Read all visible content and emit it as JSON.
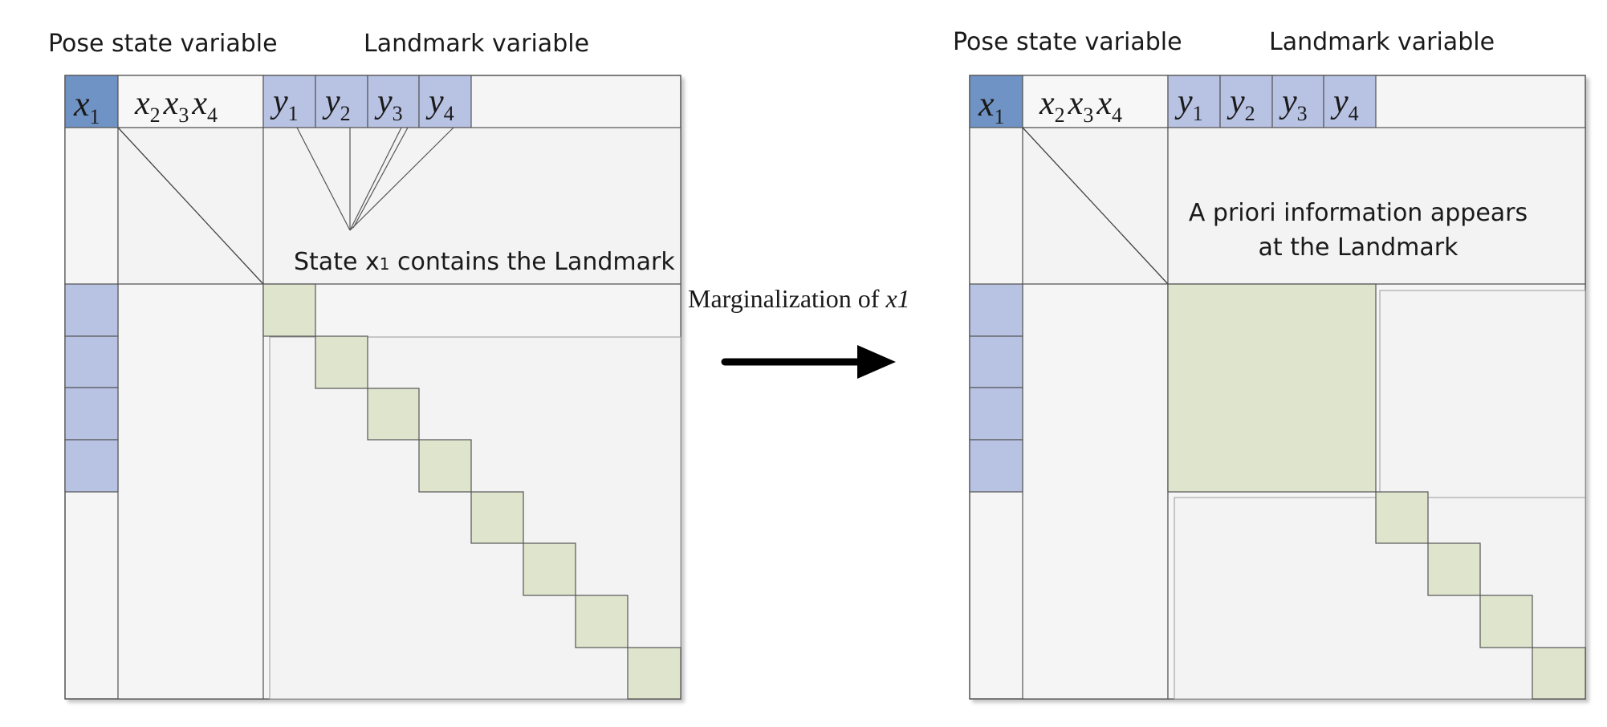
{
  "colors": {
    "x1_cell": "#6f93c4",
    "blue_cell": "#b8c2e3",
    "green_cell": "#dfe5cd",
    "panel": "#f5f5f5",
    "header": "#f7f7f7",
    "border": "#555555",
    "arrow": "#000000"
  },
  "left": {
    "pose_label": "Pose state variable",
    "landmark_label": "Landmark variable",
    "note_prefix": "State ",
    "note_var": "x",
    "note_sub": "1",
    "note_suffix": " contains the Landmark"
  },
  "right": {
    "pose_label": "Pose state variable",
    "landmark_label": "Landmark variable",
    "note_line1": "A priori information appears",
    "note_line2": "at the Landmark"
  },
  "header_symbols": {
    "x1": {
      "var": "x",
      "sub": "1"
    },
    "x_group": [
      {
        "var": "x",
        "sub": "2"
      },
      {
        "var": "x",
        "sub": "3"
      },
      {
        "var": "x",
        "sub": "4"
      }
    ],
    "y": [
      {
        "var": "y",
        "sub": "1"
      },
      {
        "var": "y",
        "sub": "2"
      },
      {
        "var": "y",
        "sub": "3"
      },
      {
        "var": "y",
        "sub": "4"
      }
    ]
  },
  "arrow": {
    "caption_text": "Marginalization of ",
    "caption_var": "x1"
  }
}
